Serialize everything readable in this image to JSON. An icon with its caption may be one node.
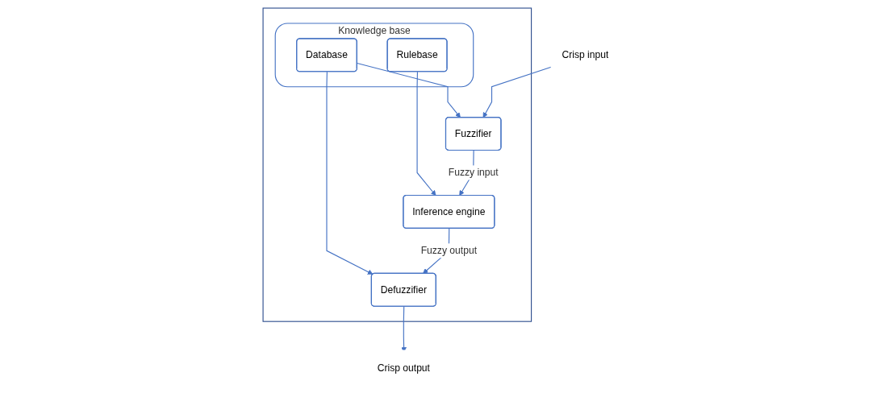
{
  "diagram": {
    "nodes": [
      {
        "text": [],
        "shape": "box"
      },
      {
        "text": [
          "Knowledge base"
        ],
        "in": 0
      },
      {
        "text": [
          "Database"
        ],
        "in": 1
      },
      {
        "text": [
          "Rulebase"
        ],
        "in": 1
      },
      {
        "text": [
          "Crisp input"
        ]
      },
      {
        "text": [
          "Fuzzifier"
        ],
        "in": 0
      },
      {
        "text": [
          "Inference engine"
        ],
        "in": 0
      },
      {
        "text": [
          "Defuzzifier"
        ],
        "in": 0
      },
      {
        "text": [
          "Crisp output"
        ]
      }
    ],
    "edges": [
      {
        "from": 2,
        "to": 5,
        "arrow": "to"
      },
      {
        "from": 2,
        "to": 7,
        "arrow": "to"
      },
      {
        "from": 3,
        "to": 6,
        "arrow": "to"
      },
      {
        "from": 4,
        "to": 5,
        "arrow": "to"
      },
      {
        "from": 5,
        "to": 6,
        "arrow": "to",
        "label": "Fuzzy input"
      },
      {
        "from": 6,
        "to": 7,
        "arrow": "to",
        "label": "Fuzzy output"
      },
      {
        "from": 7,
        "to": 8,
        "arrow": "to"
      }
    ]
  }
}
